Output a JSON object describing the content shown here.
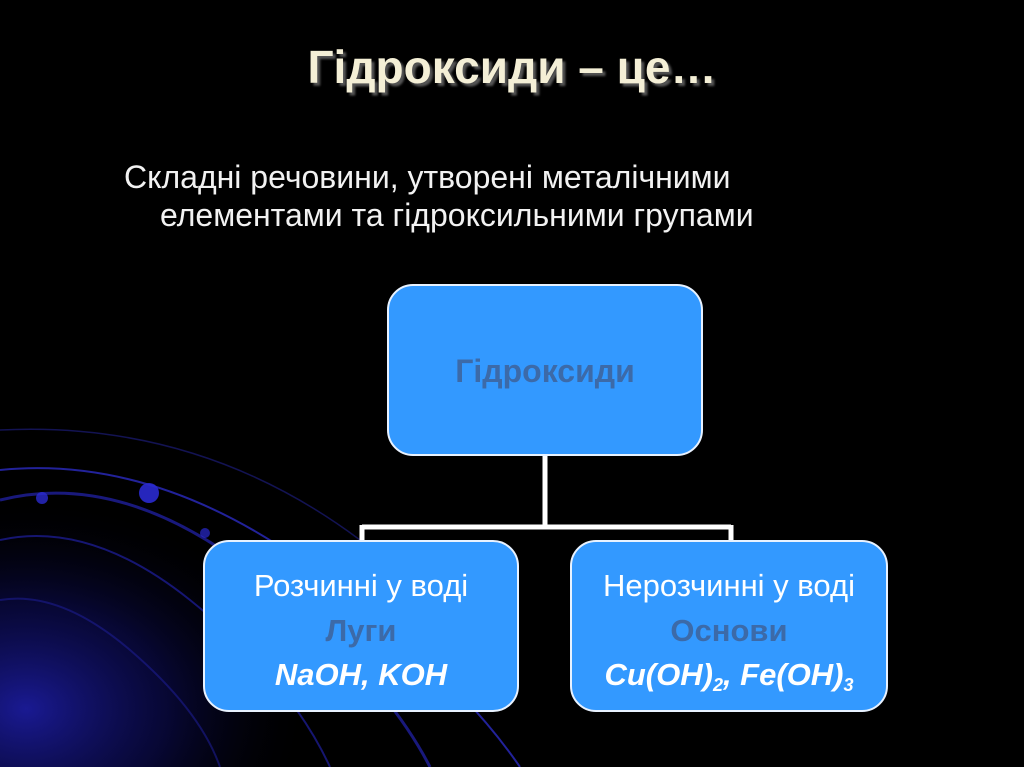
{
  "slide": {
    "title": "Гідроксиди – це…",
    "definition": {
      "line1": "Складні речовини, утворені металічними",
      "line2": "елементами та гідроксильними групами"
    }
  },
  "diagram": {
    "root": {
      "label": "Гідроксиди"
    },
    "children": [
      {
        "line1": "Розчинні у воді",
        "line2": "Луги",
        "formula": {
          "text": "NaOH, KOH"
        }
      },
      {
        "line1": "Нерозчинні у воді",
        "line2": "Основи",
        "formula": {
          "part1": "Cu(OH)",
          "sub1": "2",
          "part2": ", Fe(OH)",
          "sub2": "3"
        }
      }
    ]
  },
  "colors": {
    "background": "#000000",
    "box_fill": "#3399ff",
    "box_border": "#e8f2ff",
    "label_dark": "#3c6aa8",
    "title_text": "#f4efd6",
    "connector": "#ffffff"
  }
}
